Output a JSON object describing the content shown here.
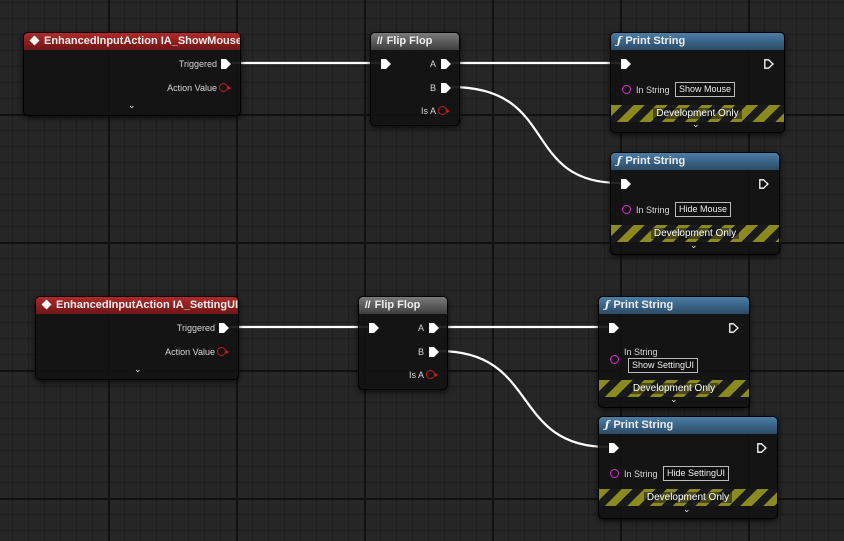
{
  "graph": {
    "events": [
      {
        "title": "EnhancedInputAction IA_ShowMouse",
        "pin_triggered": "Triggered",
        "pin_action_value": "Action Value"
      },
      {
        "title": "EnhancedInputAction IA_SettingUI",
        "pin_triggered": "Triggered",
        "pin_action_value": "Action Value"
      }
    ],
    "flipflops": [
      {
        "title": "Flip Flop",
        "pin_a": "A",
        "pin_b": "B",
        "pin_is_a": "Is A"
      },
      {
        "title": "Flip Flop",
        "pin_a": "A",
        "pin_b": "B",
        "pin_is_a": "Is A"
      }
    ],
    "prints": [
      {
        "title": "Print String",
        "in_label": "In String",
        "value": "Show Mouse",
        "dev": "Development Only"
      },
      {
        "title": "Print String",
        "in_label": "In String",
        "value": "Hide Mouse",
        "dev": "Development Only"
      },
      {
        "title": "Print String",
        "in_label": "In String",
        "value": "Show SettingUI",
        "dev": "Development Only"
      },
      {
        "title": "Print String",
        "in_label": "In String",
        "value": "Hide SettingUI",
        "dev": "Development Only"
      }
    ],
    "icons": {
      "event": "event-diamond-icon",
      "macro": "flip-flop-macro-icon",
      "function": "function-icon",
      "expand": "chevron-down-icon"
    },
    "colors": {
      "event_header": "#b02a2a",
      "function_header": "#4b7ea6",
      "macro_header": "#5a5a5a",
      "string_pin": "#e02ad8",
      "struct_pin": "#c81b1b",
      "wire": "#ffffff"
    }
  }
}
